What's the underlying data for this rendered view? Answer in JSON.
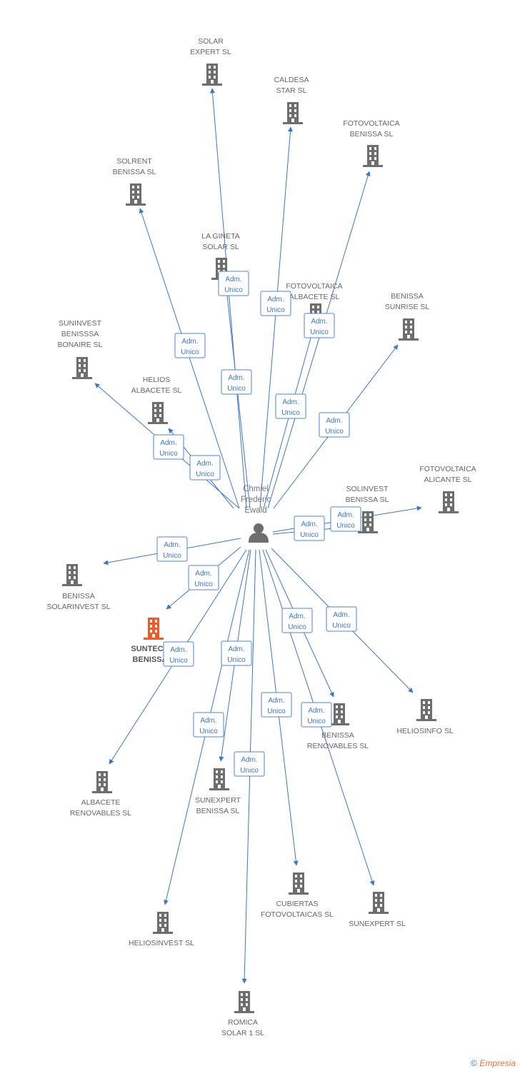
{
  "person": {
    "lines": [
      "Chmiel",
      "Frederic",
      "Ewald"
    ],
    "icon": "person-icon"
  },
  "edge_label": [
    "Adm.",
    "Unico"
  ],
  "colors": {
    "edge": "#3b77c9",
    "building": "#6e6e6e",
    "highlight": "#f15a24"
  },
  "companies": [
    {
      "id": "solar-expert-sl",
      "lines": [
        "SOLAR",
        "EXPERT SL"
      ]
    },
    {
      "id": "caldesa-star-sl",
      "lines": [
        "CALDESA",
        "STAR  SL"
      ]
    },
    {
      "id": "fotovoltaica-benissa-sl",
      "lines": [
        "FOTOVOLTAICA",
        "BENISSA SL"
      ]
    },
    {
      "id": "solrent-benissa-sl",
      "lines": [
        "SOLRENT",
        "BENISSA SL"
      ]
    },
    {
      "id": "la-gineta-solar-sl",
      "lines": [
        "LA GINETA",
        "SOLAR SL"
      ]
    },
    {
      "id": "fotovoltaica-albacete-sl",
      "lines": [
        "FOTOVOLTAICA",
        "ALBACETE SL"
      ]
    },
    {
      "id": "benissa-sunrise-sl",
      "lines": [
        "BENISSA",
        "SUNRISE SL"
      ]
    },
    {
      "id": "suninvest-benisssa-bonaire-sl",
      "lines": [
        "SUNINVEST",
        "BENISSSA",
        "BONAIRE SL"
      ]
    },
    {
      "id": "helios-albacete-sl",
      "lines": [
        "HELIOS",
        "ALBACETE SL"
      ]
    },
    {
      "id": "solinvest-benissa-sl",
      "lines": [
        "SOLINVEST",
        "BENISSA SL"
      ]
    },
    {
      "id": "fotovoltaica-alicante-sl",
      "lines": [
        "FOTOVOLTAICA",
        "ALICANTE SL"
      ]
    },
    {
      "id": "benissa-solarinvest-sl",
      "lines": [
        "BENISSA",
        "SOLARINVEST SL"
      ]
    },
    {
      "id": "suntech-benissa",
      "lines": [
        "SUNTECH",
        "BENISSA"
      ],
      "highlight": true
    },
    {
      "id": "heliosinfo-sl",
      "lines": [
        "HELIOSINFO SL"
      ]
    },
    {
      "id": "benissa-renovables-sl",
      "lines": [
        "BENISSA",
        "RENOVABLES SL"
      ]
    },
    {
      "id": "albacete-renovables-sl",
      "lines": [
        "ALBACETE",
        "RENOVABLES SL"
      ]
    },
    {
      "id": "sunexpert-benissa-sl",
      "lines": [
        "SUNEXPERT",
        "BENISSA SL"
      ]
    },
    {
      "id": "cubiertas-fotovoltaicas-sl",
      "lines": [
        "CUBIERTAS",
        "FOTOVOLTAICAS SL"
      ]
    },
    {
      "id": "sunexpert-sl",
      "lines": [
        "SUNEXPERT SL"
      ]
    },
    {
      "id": "heliosinvest-sl",
      "lines": [
        "HELIOSINVEST SL"
      ]
    },
    {
      "id": "romica-solar-1-sl",
      "lines": [
        "ROMICA",
        "SOLAR 1 SL"
      ]
    }
  ],
  "footer": {
    "copyright": "©",
    "brand": "Empresia"
  }
}
